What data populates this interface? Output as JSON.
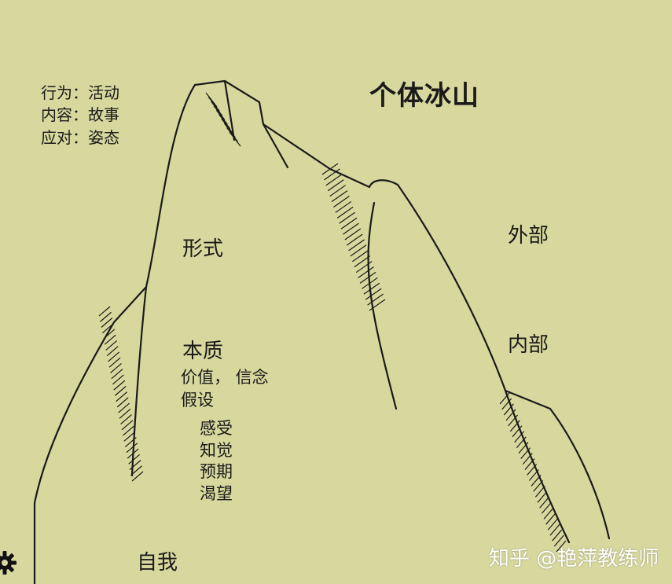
{
  "title": "个体冰山",
  "top_left": {
    "lines": [
      "行为：活动",
      "内容：故事",
      "应对：姿态"
    ]
  },
  "labels": {
    "form": "形式",
    "essence": "本质",
    "values_beliefs": "价值， 信念",
    "assumptions": "假设",
    "feelings": "感受",
    "perceptions": "知觉",
    "expectations": "预期",
    "yearnings": "渴望",
    "self": "自我",
    "external": "外部",
    "internal": "内部"
  },
  "watermark": "知乎 @艳萍教练师",
  "icons": {
    "corner": "gear-icon"
  },
  "colors": {
    "background": "#d8d89e",
    "ink": "#1a1a1a"
  }
}
